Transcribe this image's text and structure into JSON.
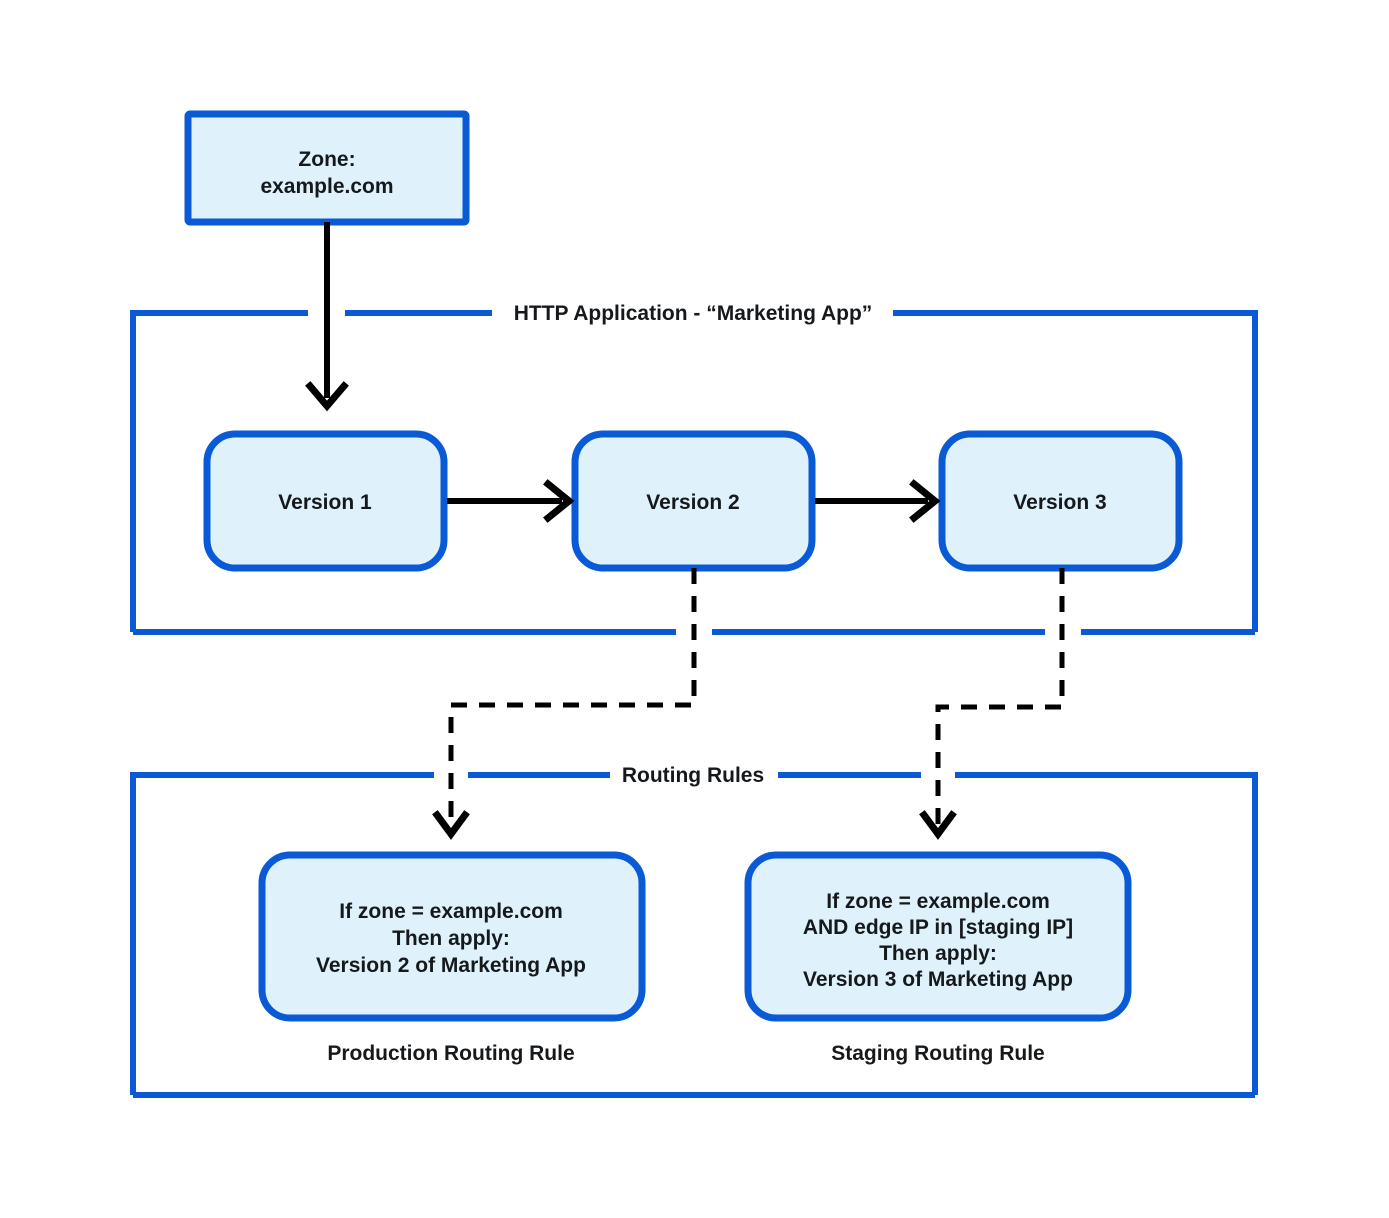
{
  "diagram": {
    "title": "Cloudflare HTTP Application versioning and routing rules diagram",
    "colors": {
      "border_blue": "#0a5ad6",
      "fill_light_blue": "#dff2fc",
      "connector_black": "#000000",
      "text_black": "#16191c",
      "background": "#ffffff"
    },
    "zone_box": {
      "line1": "Zone:",
      "line2": "example.com"
    },
    "app_group": {
      "label": "HTTP Application - “Marketing App”",
      "versions": [
        {
          "label": "Version 1"
        },
        {
          "label": "Version 2"
        },
        {
          "label": "Version 3"
        }
      ]
    },
    "routing_group": {
      "label": "Routing Rules",
      "rules": [
        {
          "caption": "Production Routing Rule",
          "lines": [
            "If zone = example.com",
            "Then apply:",
            "Version 2 of Marketing App"
          ]
        },
        {
          "caption": "Staging Routing Rule",
          "lines": [
            "If zone = example.com",
            "AND edge IP in [staging IP]",
            "Then apply:",
            "Version 3 of Marketing App"
          ]
        }
      ]
    }
  }
}
